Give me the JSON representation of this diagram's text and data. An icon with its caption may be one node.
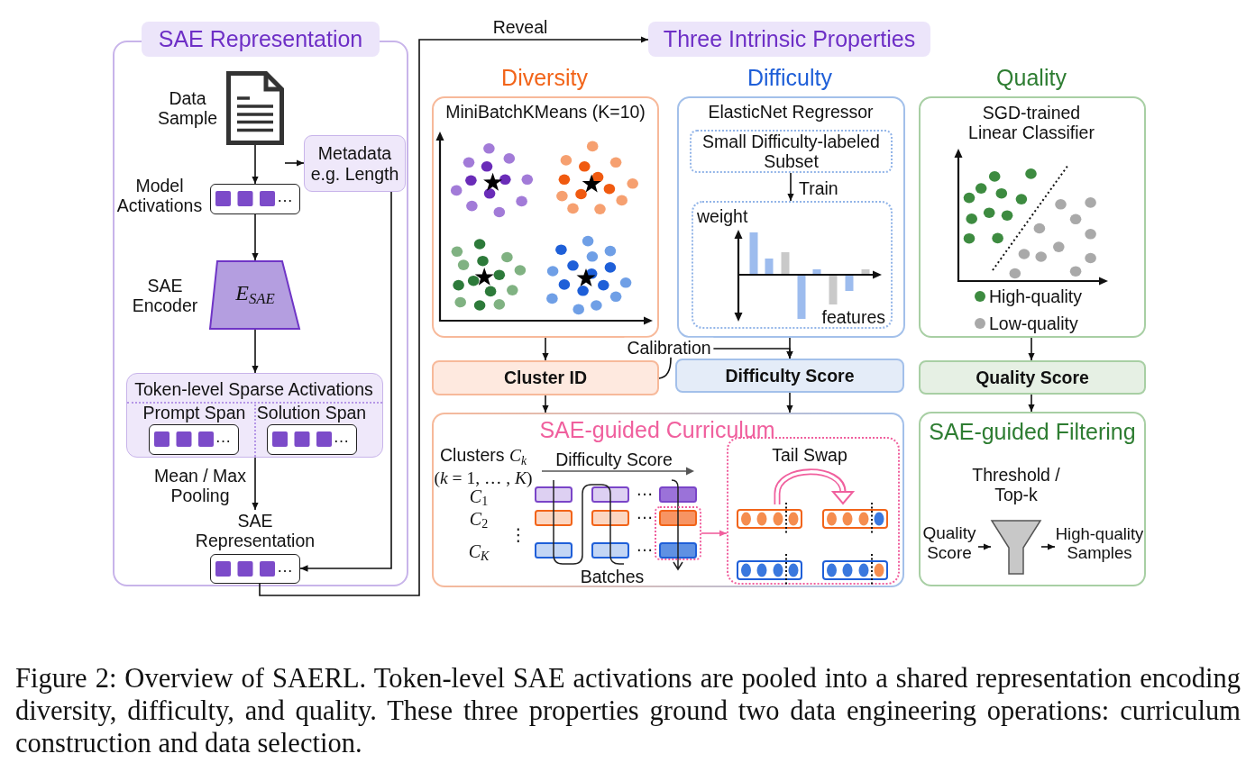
{
  "diagram": {
    "nodes": [
      {
        "text": [
          "SAE Representation"
        ]
      },
      {
        "text": [],
        "shape": "document",
        "in": 0,
        "beside": [
          "Data Sample"
        ]
      },
      {
        "text": [
          "Metadata e.g. Length"
        ],
        "in": 0
      },
      {
        "text": [
          "…"
        ],
        "in": 0,
        "beside": [
          "Model Activations"
        ]
      },
      {
        "text": [
          "E$_{SAE}$"
        ],
        "in": 0,
        "beside": [
          "SAE Encoder"
        ]
      },
      {
        "text": [
          "Token-level Sparse Activations"
        ],
        "in": 0
      },
      {
        "text": [
          "…"
        ],
        "in": 5,
        "beside": [
          "Prompt Span"
        ]
      },
      {
        "text": [
          "…"
        ],
        "in": 5,
        "beside": [
          "Solution Span"
        ]
      },
      {
        "text": [
          "SAE Representation",
          "…"
        ],
        "in": 0
      },
      {
        "text": [
          "Three Intrinsic Properties"
        ]
      },
      {
        "text": [
          "Diversity",
          "MiniBatchKMeans (K=10)"
        ]
      },
      {
        "text": [
          "Difficulty",
          "ElasticNet Regressor"
        ]
      },
      {
        "text": [
          "Small Difficulty-labeled Subset"
        ],
        "in": 11
      },
      {
        "text": [
          "weight",
          "features"
        ],
        "in": 11
      },
      {
        "text": [
          "Quality",
          "SGD-trained Linear Classifier"
        ]
      },
      {
        "text": [
          "Cluster ID"
        ]
      },
      {
        "text": [
          "Difficulty Score"
        ]
      },
      {
        "text": [
          "Quality Score"
        ]
      },
      {
        "text": [
          "SAE-guided Curriculum",
          "Clusters *C*$_{k}$",
          "(*k* = 1, … , *K*)",
          "*C*$_{1}$",
          "*C*$_{2}$",
          "⋮",
          "C$_{K}$",
          "Difficulty Score",
          "…",
          "…",
          "…",
          "Batches"
        ]
      },
      {
        "text": [],
        "shape": "box",
        "in": 18
      },
      {
        "text": [
          "Tail Swap"
        ],
        "in": 18
      },
      {
        "text": [
          "SAE-guided Filtering"
        ]
      },
      {
        "text": [
          "Quality Score"
        ],
        "in": 21
      },
      {
        "text": [],
        "shape": "funnel",
        "in": 21,
        "beside": [
          "Threshold / Top-k"
        ]
      },
      {
        "text": [
          "High-quality Samples"
        ],
        "in": 21
      }
    ],
    "edges": [
      {
        "from": 1,
        "to": 3,
        "arrow": "to"
      },
      {
        "from": null,
        "to": 2,
        "arrow": "to"
      },
      {
        "from": 3,
        "to": 4,
        "arrow": "to"
      },
      {
        "from": 4,
        "to": 5,
        "arrow": "to"
      },
      {
        "from": 5,
        "to": 8,
        "arrow": "to",
        "label": "Mean / Max Pooling"
      },
      {
        "from": 2,
        "to": 8,
        "arrow": "to"
      },
      {
        "from": 8,
        "to": 9,
        "arrow": "to",
        "label": "Reveal"
      },
      {
        "from": 12,
        "to": 13,
        "arrow": "to",
        "label": "Train"
      },
      {
        "from": 10,
        "to": 15,
        "arrow": "to"
      },
      {
        "from": 11,
        "to": 16,
        "arrow": "to"
      },
      {
        "from": 15,
        "to": 16,
        "arrow": "to",
        "label": "Calibration"
      },
      {
        "from": 14,
        "to": 17,
        "arrow": "to"
      },
      {
        "from": 15,
        "to": 18,
        "arrow": "to"
      },
      {
        "from": 16,
        "to": 18,
        "arrow": "to"
      },
      {
        "from": 17,
        "to": 21,
        "arrow": "to"
      },
      {
        "from": 19,
        "to": 20,
        "arrow": "to",
        "color": "#f0609e"
      },
      {
        "from": 22,
        "to": 23,
        "arrow": "to"
      },
      {
        "from": 23,
        "to": 24,
        "arrow": "to"
      }
    ],
    "legend": [
      {
        "text": "High-quality",
        "color": "#3d8b40"
      },
      {
        "text": "Low-quality",
        "color": "#a9a9a9"
      }
    ],
    "caption": "Figure 2: Overview of SAERL. Token-level SAE activations are pooled into a shared representation encoding diversity, difficulty, and quality. These three properties ground two data engineering operations: curriculum construction and data selection."
  }
}
